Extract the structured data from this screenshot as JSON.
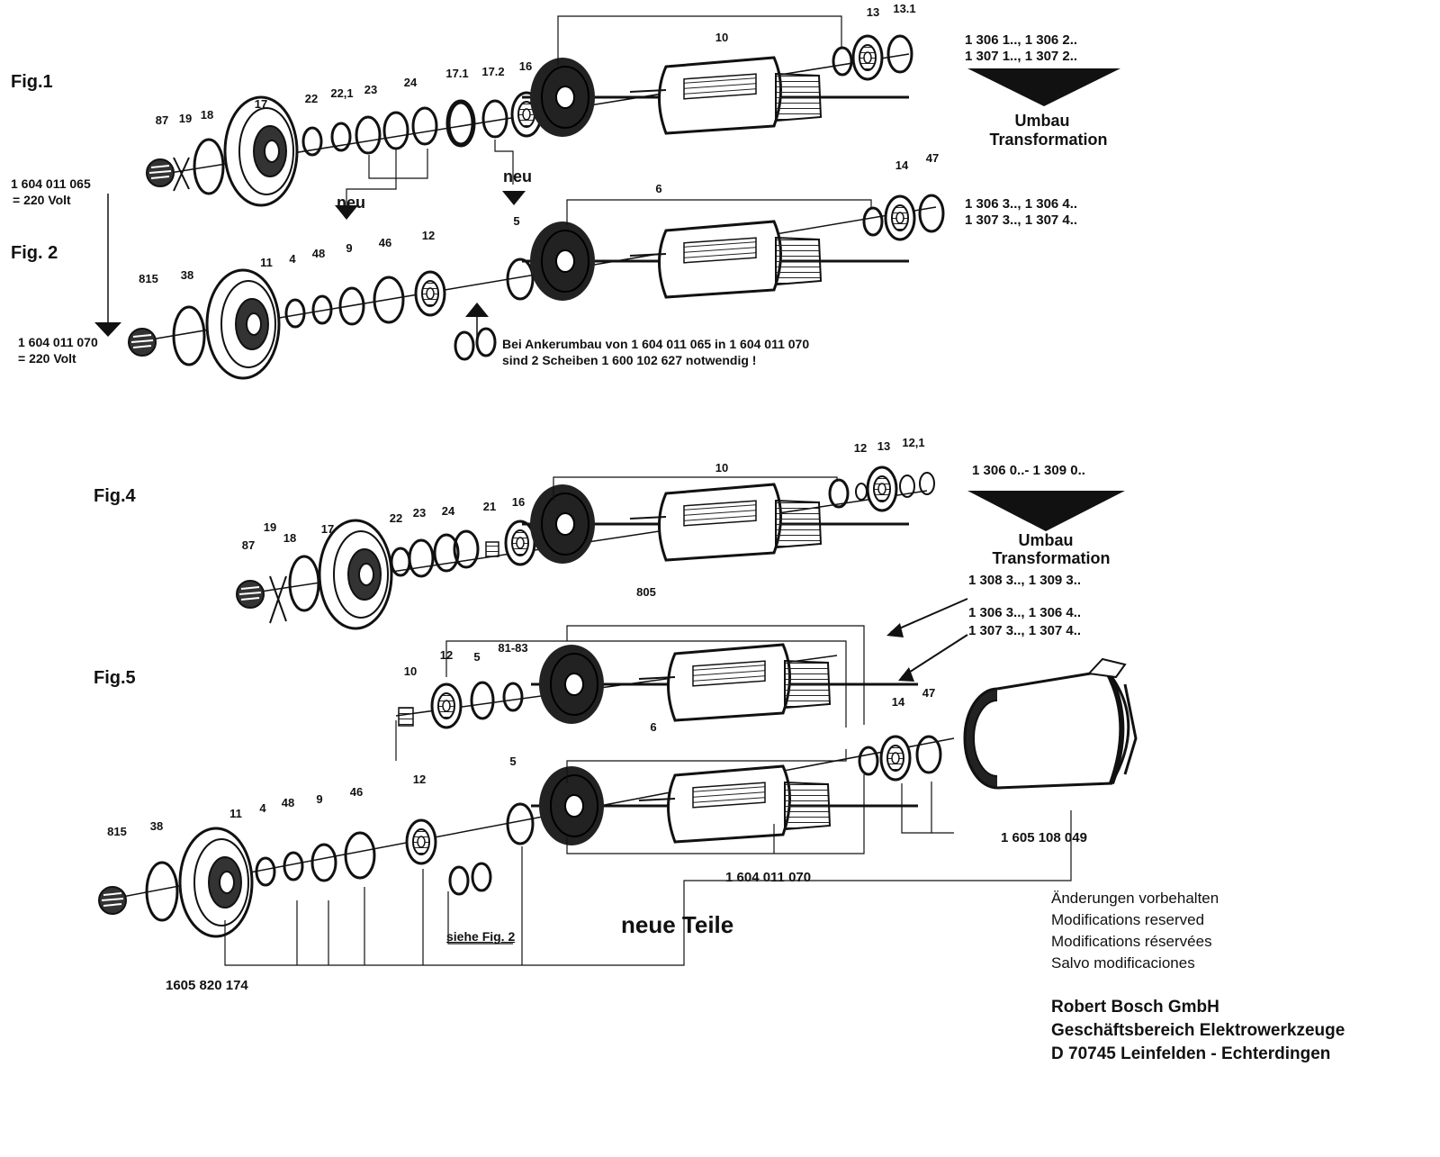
{
  "figures": {
    "fig1": {
      "title": "Fig.1",
      "part_numbers": [
        "87",
        "19",
        "18",
        "17",
        "22",
        "22,1",
        "23",
        "24",
        "17.1",
        "17.2",
        "16",
        "10",
        "13",
        "13.1"
      ],
      "model_ranges": [
        "1 306 1.., 1 306 2..",
        "1 307 1.., 1 307 2.."
      ],
      "umbau": "Umbau",
      "transformation": "Transformation",
      "neu_left": "neu",
      "neu_right": "neu",
      "armature_old": "1 604 011 065",
      "armature_old_volt": "= 220  Volt"
    },
    "fig2": {
      "title": "Fig. 2",
      "part_numbers": [
        "815",
        "38",
        "11",
        "4",
        "48",
        "9",
        "46",
        "12",
        "5",
        "6",
        "14",
        "47"
      ],
      "model_ranges": [
        "1 306 3.., 1 306 4..",
        "1 307 3.., 1 307 4.."
      ],
      "armature_new": "1 604 011 070",
      "armature_new_volt": "= 220  Volt",
      "note_line1": "Bei Ankerumbau von 1 604  011  065  in 1 604  011  070",
      "note_line2": "sind 2  Scheiben  1 600 102  627  notwendig !"
    },
    "fig4": {
      "title": "Fig.4",
      "part_numbers": [
        "87",
        "19",
        "18",
        "17",
        "22",
        "23",
        "24",
        "21",
        "16",
        "10",
        "12",
        "13",
        "12,1"
      ],
      "model_range": "1 306 0..- 1 309 0..",
      "umbau": "Umbau",
      "transformation": "Transformation"
    },
    "fig5": {
      "title": "Fig.5",
      "part_numbers_upper": [
        "805",
        "10",
        "12",
        "5",
        "81-83"
      ],
      "part_numbers_lower": [
        "6",
        "815",
        "38",
        "11",
        "4",
        "48",
        "9",
        "46",
        "12",
        "5",
        "14",
        "47"
      ],
      "model_ranges": [
        "1 308 3.., 1 309 3..",
        "1 306 3.., 1 306 4..",
        "1 307 3.., 1 307 4.."
      ],
      "housing": "1 605 108 049",
      "armature": "1 604  011  070",
      "gear_set": "1605 820 174",
      "siehe": "siehe  Fig. 2",
      "neue_teile": "neue Teile"
    }
  },
  "footer": {
    "reserved": [
      "Änderungen vorbehalten",
      "Modifications reserved",
      "Modifications réservées",
      "Salvo modificaciones"
    ],
    "company": [
      "Robert Bosch GmbH",
      "Geschäftsbereich Elektrowerkzeuge",
      "D 70745 Leinfelden - Echterdingen"
    ]
  }
}
